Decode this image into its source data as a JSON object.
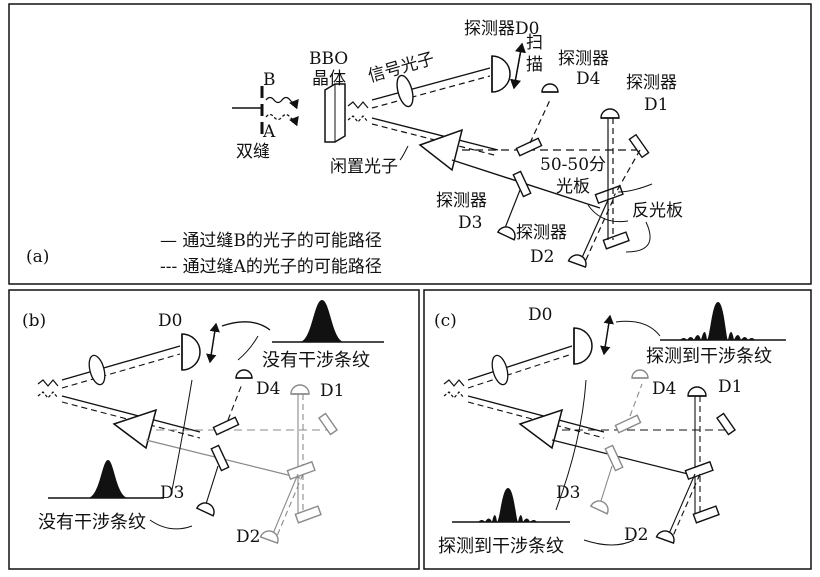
{
  "panel_a": {
    "label": "(a)",
    "bbo_line1": "BBO",
    "bbo_line2": "晶体",
    "slit_b": "B",
    "slit_a": "A",
    "double_slit": "双缝",
    "signal_photon": "信号光子",
    "idler_photon": "闲置光子",
    "d0": "探测器D0",
    "scan1": "扫",
    "scan2": "描",
    "d4_l1": "探测器",
    "d4_l2": "D4",
    "d1_l1": "探测器",
    "d1_l2": "D1",
    "bs_l1": "50-50分",
    "bs_l2": "光板",
    "mirror": "反光板",
    "d3_l1": "探测器",
    "d3_l2": "D3",
    "d2_l1": "探测器",
    "d2_l2": "D2",
    "legend_b": "— 通过缝B的光子的可能路径",
    "legend_a": "--- 通过缝A的光子的可能路径"
  },
  "panel_b": {
    "label": "(b)",
    "d0": "D0",
    "d4": "D4",
    "d1": "D1",
    "d3": "D3",
    "d2": "D2",
    "no_fringe_top": "没有干涉条纹",
    "no_fringe_bottom": "没有干涉条纹"
  },
  "panel_c": {
    "label": "(c)",
    "d0": "D0",
    "d4": "D4",
    "d1": "D1",
    "d3": "D3",
    "d2": "D2",
    "fringe_top": "探测到干涉条纹",
    "fringe_bottom": "探测到干涉条纹"
  },
  "colors": {
    "ink": "#111111",
    "faded": "#8a8a8a"
  }
}
